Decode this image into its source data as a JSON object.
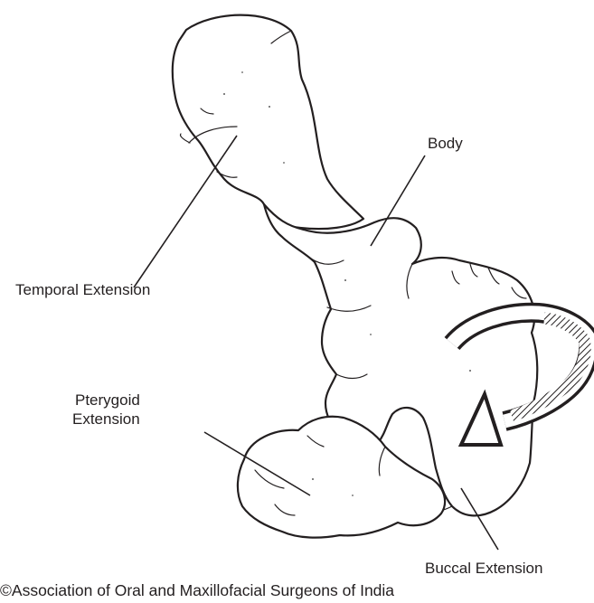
{
  "labels": {
    "body": "Body",
    "temporal": "Temporal Extension",
    "pterygoid_line1": "Pterygoid",
    "pterygoid_line2": "Extension",
    "buccal": "Buccal Extension"
  },
  "copyright": "©Association of Oral and Maxillofacial Surgeons of India",
  "colors": {
    "ink": "#231f20",
    "background": "#ffffff"
  }
}
